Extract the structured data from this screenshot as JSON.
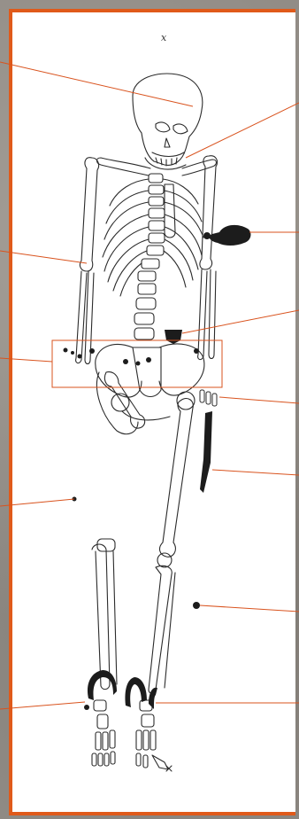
{
  "figure": {
    "orientation_marker": "x"
  },
  "colors": {
    "frame": "#e05a1a",
    "leader_line": "#d9531e",
    "bone_stroke": "#2b2b2b",
    "artifact_fill": "#1c1c1c",
    "background": "#8f8a84"
  },
  "icons": {
    "skeleton": "skeleton-drawing",
    "artifacts": "artifact-blob"
  }
}
